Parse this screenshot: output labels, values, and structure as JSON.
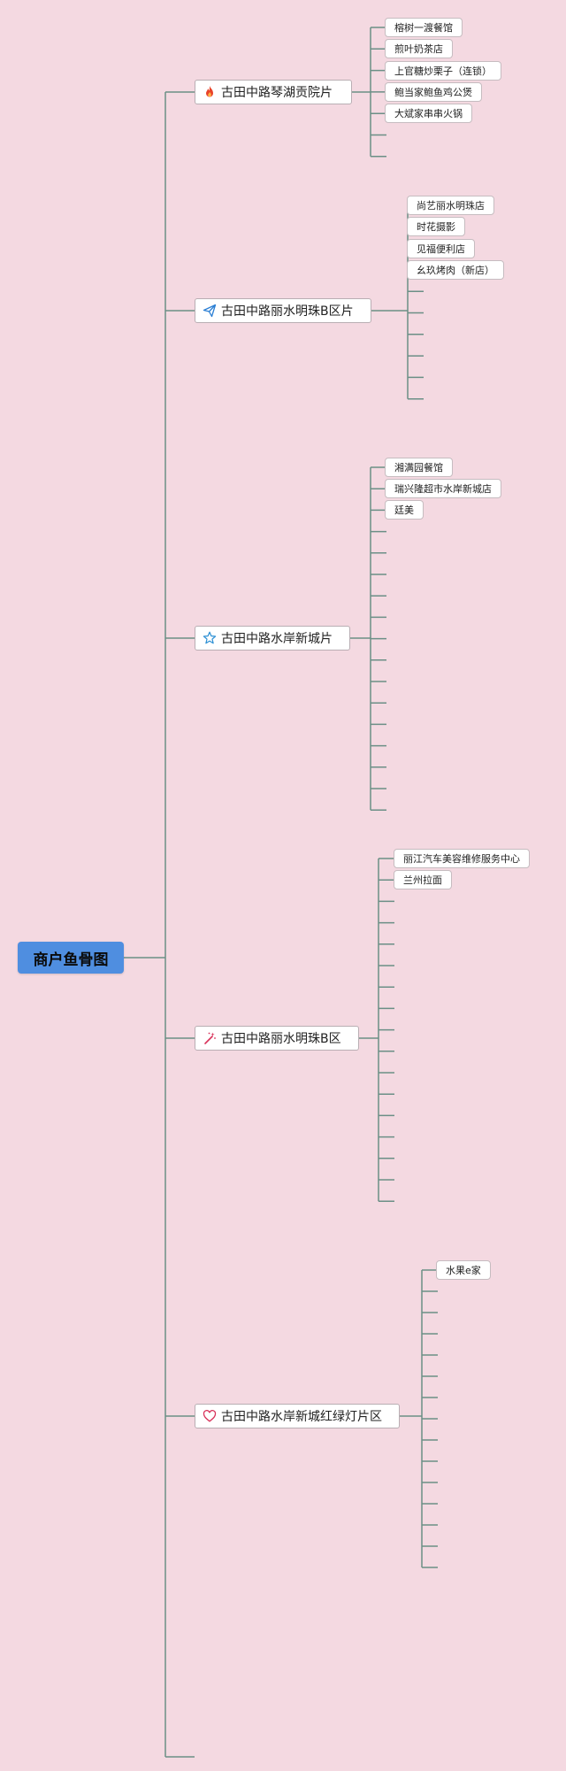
{
  "root": {
    "label": "商户鱼骨图"
  },
  "branches": [
    {
      "label": "古田中路琴湖贡院片",
      "icon": "fire-icon",
      "leaves": [
        "榕树一渡餐馆",
        "煎叶奶茶店",
        "上官糖炒栗子（连锁）",
        "鲍当家鲍鱼鸡公煲",
        "大斌家串串火锅"
      ],
      "empty_slots": 2
    },
    {
      "label": "古田中路丽水明珠B区片",
      "icon": "paper-plane-icon",
      "leaves": [
        "尚艺丽水明珠店",
        "时花摄影",
        "见福便利店",
        "幺玖烤肉（新店）"
      ],
      "empty_slots": 6
    },
    {
      "label": "古田中路水岸新城片",
      "icon": "star-icon",
      "leaves": [
        "湘满园餐馆",
        "瑞兴隆超市水岸新城店",
        "廷美"
      ],
      "empty_slots": 14
    },
    {
      "label": "古田中路丽水明珠B区",
      "icon": "magic-wand-icon",
      "leaves": [
        "丽江汽车美容维修服务中心",
        "兰州拉面"
      ],
      "empty_slots": 15
    },
    {
      "label": "古田中路水岸新城红绿灯片区",
      "icon": "heart-icon",
      "leaves": [
        "水果e家"
      ],
      "empty_slots": 14
    }
  ]
}
